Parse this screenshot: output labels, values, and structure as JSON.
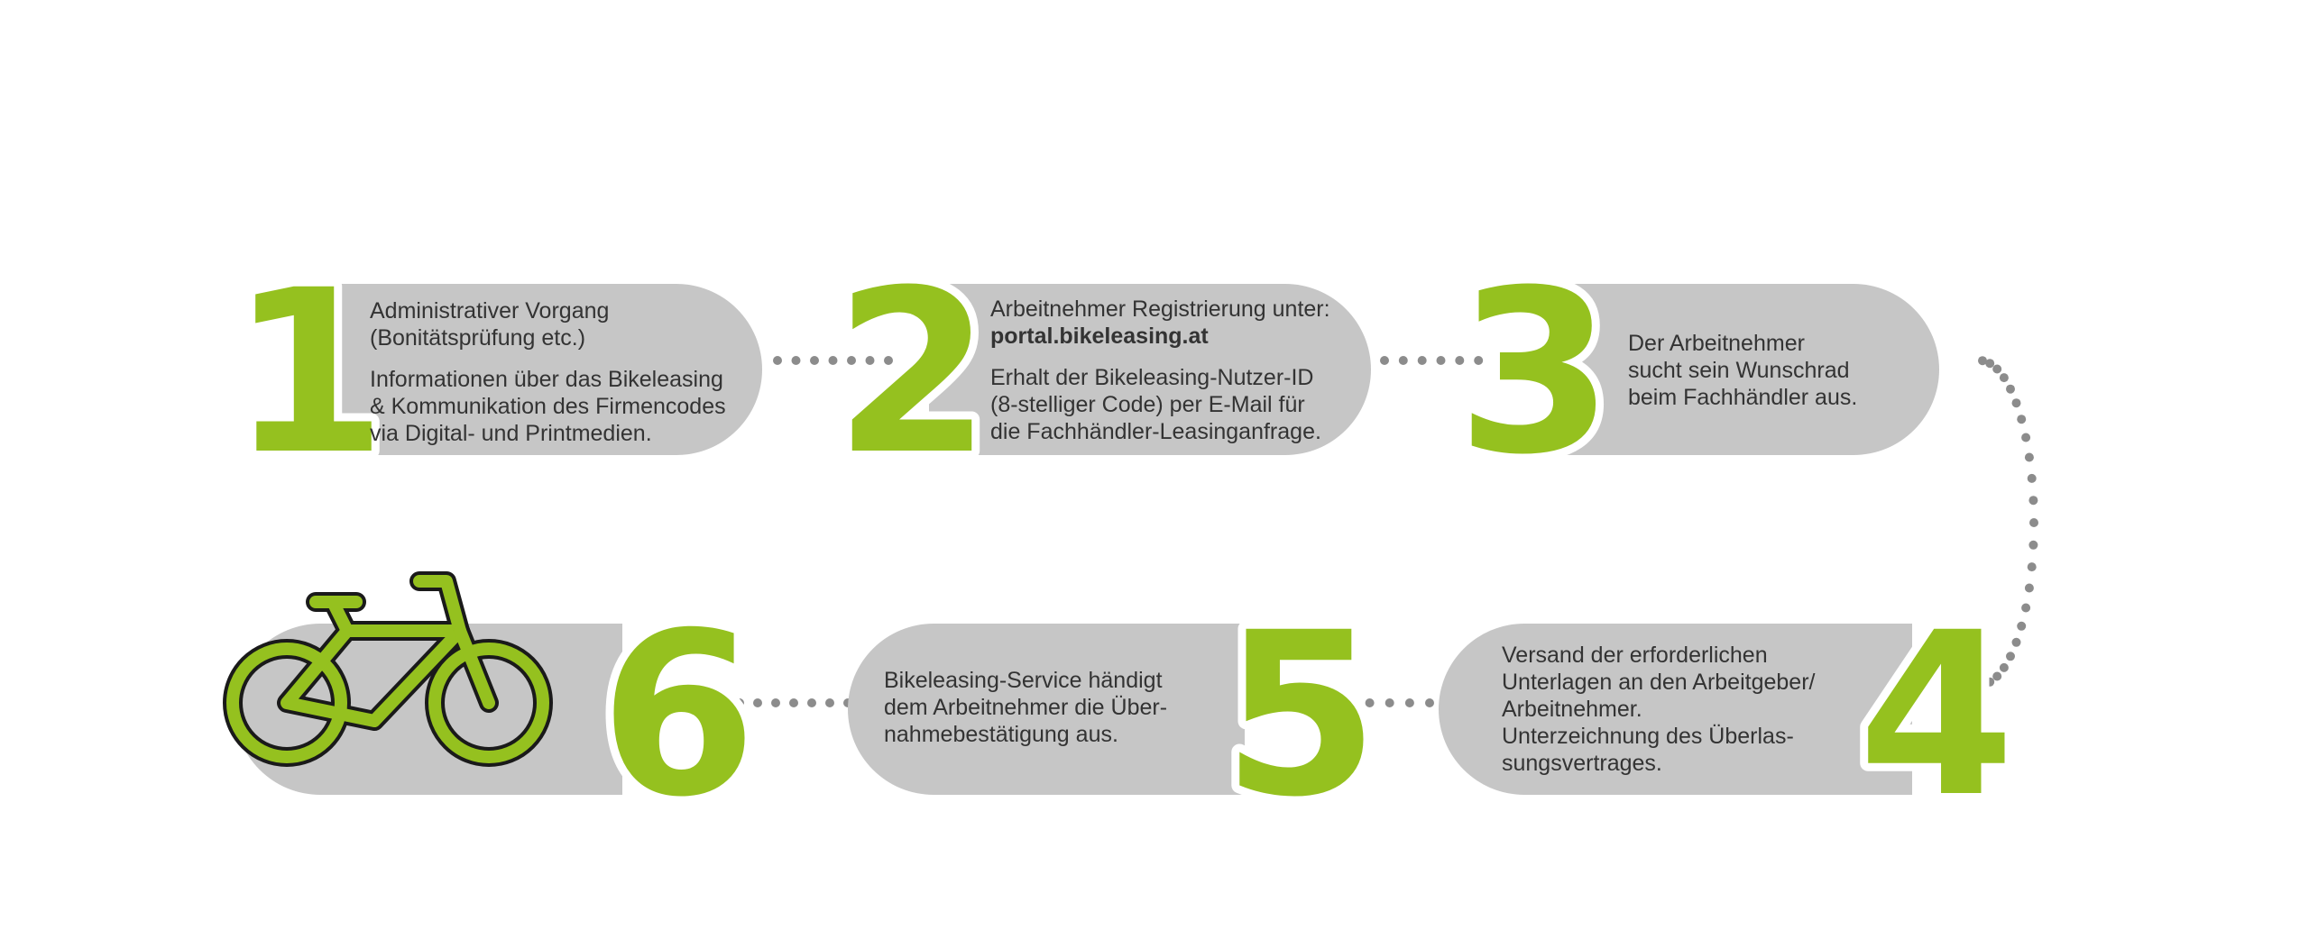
{
  "colors": {
    "accent_green": "#95c11f",
    "pill_gray": "#c6c6c6",
    "dot_gray": "#8c8c8c",
    "text": "#333333"
  },
  "steps": [
    {
      "number": "1",
      "lines_a": [
        "Administrativer Vorgang",
        "(Bonitätsprüfung etc.)"
      ],
      "lines_b": [
        "Informationen über das Bikeleasing",
        "& Kommunikation des Firmencodes",
        "via Digital- und Printmedien."
      ]
    },
    {
      "number": "2",
      "lines_a": [
        "Arbeitnehmer Registrierung unter:"
      ],
      "link": "portal.bikeleasing.at",
      "lines_b": [
        "Erhalt der Bikeleasing-Nutzer-ID",
        "(8-stelliger Code) per E-Mail für",
        "die Fachhändler-Leasinganfrage."
      ]
    },
    {
      "number": "3",
      "lines_a": [
        "Der Arbeitnehmer",
        "sucht sein Wunschrad",
        "beim Fachhändler aus."
      ]
    },
    {
      "number": "4",
      "lines_a": [
        "Versand der erforderlichen",
        "Unterlagen an den Arbeitgeber/",
        "Arbeitnehmer.",
        "Unterzeichnung des Überlas-",
        "sungsvertrages."
      ]
    },
    {
      "number": "5",
      "lines_a": [
        "Bikeleasing-Service händigt",
        "dem Arbeitnehmer die Über-",
        "nahmebestätigung aus."
      ]
    },
    {
      "number": "6"
    }
  ],
  "icons": {
    "final_step": "bicycle-icon"
  }
}
